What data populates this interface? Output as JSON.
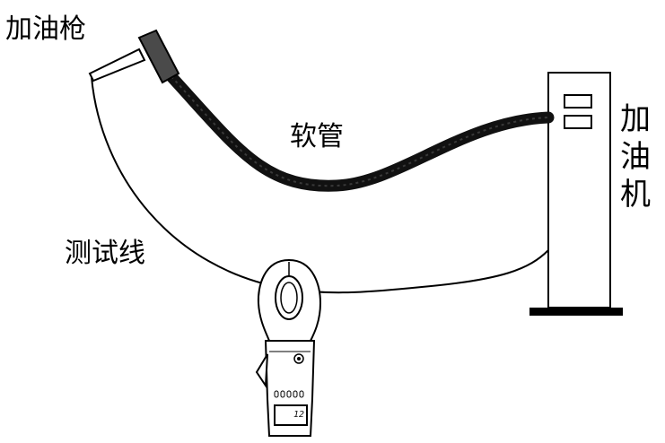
{
  "labels": {
    "nozzle": "加油枪",
    "hose": "软管",
    "test_wire": "测试线",
    "dispenser": "加油机"
  },
  "meter": {
    "reading": "12"
  },
  "colors": {
    "ink": "#000000",
    "hose": "#111111",
    "nozzle_handle": "#4a4a4a",
    "background": "#ffffff"
  }
}
